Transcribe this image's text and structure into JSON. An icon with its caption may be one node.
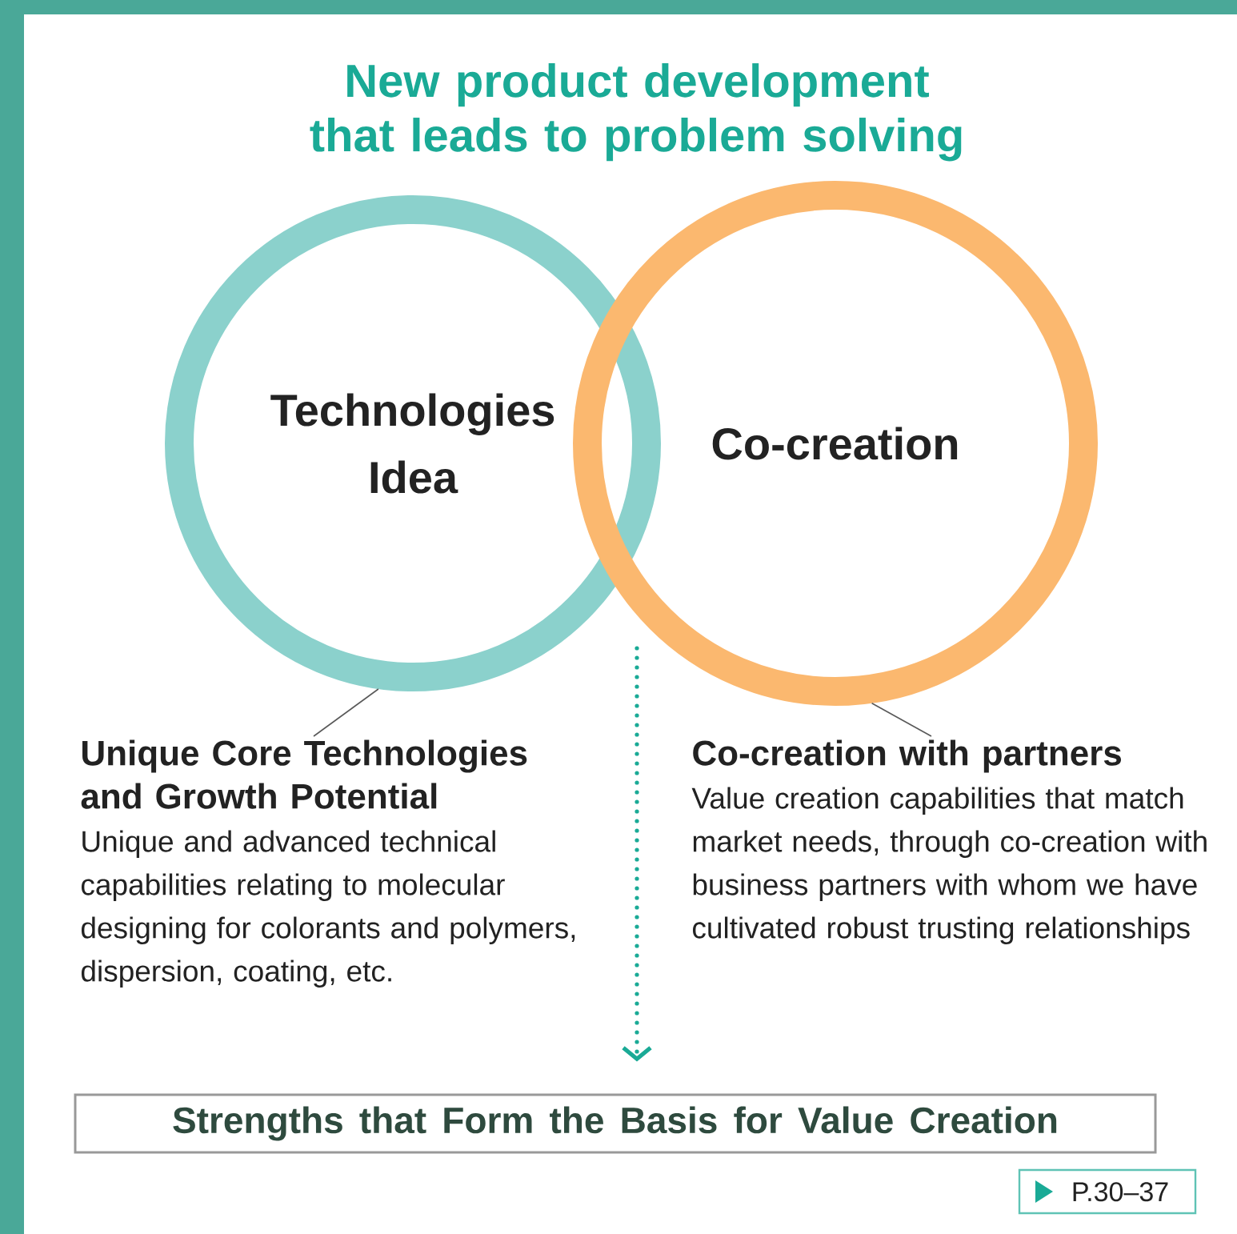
{
  "diagram": {
    "title": "New product development that leads to problem solving",
    "nodes": [
      {
        "text": [
          "Technologies",
          "Idea"
        ]
      },
      {
        "text": [
          "Co-creation"
        ]
      },
      {
        "text": [
          "Unique Core Technologies and Growth Potential",
          "Unique and advanced technical capabilities relating to molecular designing for colorants and polymers, dispersion, coating, etc."
        ]
      },
      {
        "text": [
          "Co-creation with partners",
          "Value creation capabilities that match market needs, through co-creation with business partners with whom we have cultivated robust trusting relationships"
        ]
      },
      {
        "text": [
          "Strengths that Form the Basis for Value Creation"
        ]
      },
      {
        "text": [
          "P.30–37"
        ]
      }
    ],
    "edges": [
      {
        "from": 2,
        "to": 0,
        "arrow": "none"
      },
      {
        "from": 3,
        "to": 1,
        "arrow": "none"
      },
      {
        "from": null,
        "to": 4,
        "arrow": "to",
        "style": "dashed",
        "color": "#1aaa96"
      }
    ]
  }
}
